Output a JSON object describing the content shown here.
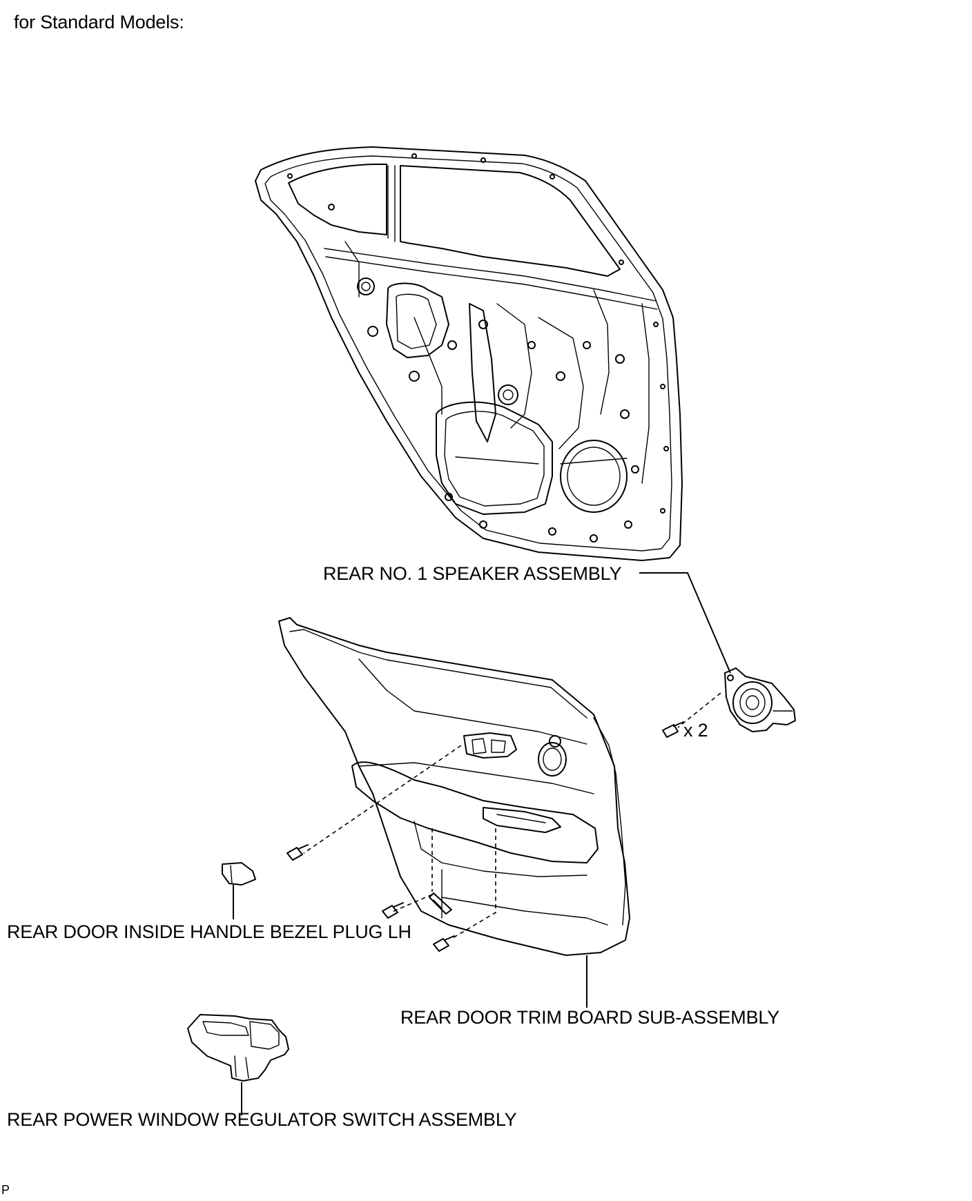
{
  "header": {
    "caption": "for Standard Models:"
  },
  "callouts": {
    "speaker": "REAR NO. 1 SPEAKER ASSEMBLY",
    "speaker_qty": "x 2",
    "bezel_plug": "REAR DOOR INSIDE HANDLE BEZEL PLUG LH",
    "trim_board": "REAR DOOR TRIM BOARD SUB-ASSEMBLY",
    "switch": "REAR POWER WINDOW REGULATOR SWITCH ASSEMBLY"
  },
  "footer": {
    "mark": "P"
  }
}
